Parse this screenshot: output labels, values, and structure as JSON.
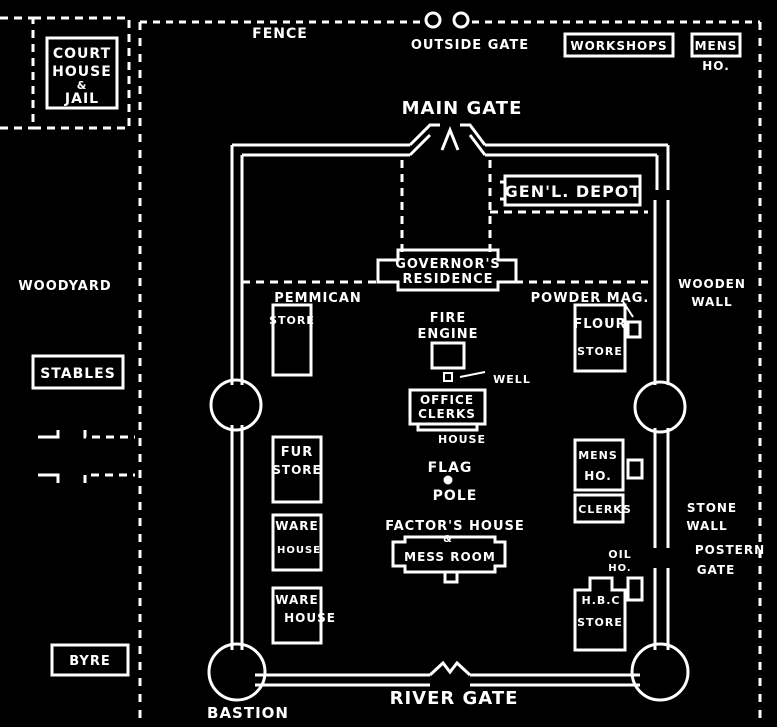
{
  "labels": {
    "court_house": [
      "COURT",
      "HOUSE",
      "&",
      "JAIL"
    ],
    "fence": "FENCE",
    "outside_gate": "OUTSIDE GATE",
    "workshops": "WORKSHOPS",
    "mens_ho": [
      "MENS",
      "HO."
    ],
    "main_gate": "MAIN GATE",
    "gen_depot": "GEN'L. DEPOT",
    "governors_residence": [
      "GOVERNOR'S",
      "RESIDENCE"
    ],
    "woodyard": "WOODYARD",
    "pemmican": "PEMMICAN",
    "pemmican_store": "STORE",
    "powder_mag": "POWDER MAG.",
    "wooden_wall": [
      "WOODEN",
      "WALL"
    ],
    "fire_engine": [
      "FIRE",
      "ENGINE"
    ],
    "flour_store": [
      "FLOUR",
      "STORE"
    ],
    "stables": "STABLES",
    "well": "WELL",
    "office": [
      "OFFICE",
      "CLERKS"
    ],
    "house": "HOUSE",
    "fur_store": [
      "FUR",
      "STORE"
    ],
    "flag_pole": [
      "FLAG",
      "POLE"
    ],
    "mens_ho_inner": [
      "MENS",
      "HO."
    ],
    "clerks": "CLERKS",
    "stone_wall": [
      "STONE",
      "WALL"
    ],
    "ware_house_1": [
      "WARE",
      "HOUSE"
    ],
    "factors_house": "FACTOR'S HOUSE",
    "and": "&",
    "mess_room": "MESS ROOM",
    "postern_gate": [
      "POSTERN",
      "GATE"
    ],
    "oil_ho": [
      "OIL",
      "HO."
    ],
    "ware_house_2": [
      "WARE",
      "HOUSE"
    ],
    "hbc_store": [
      "H.B.C",
      "STORE"
    ],
    "byre": "BYRE",
    "river_gate": "RIVER GATE",
    "bastion": "BASTION"
  }
}
